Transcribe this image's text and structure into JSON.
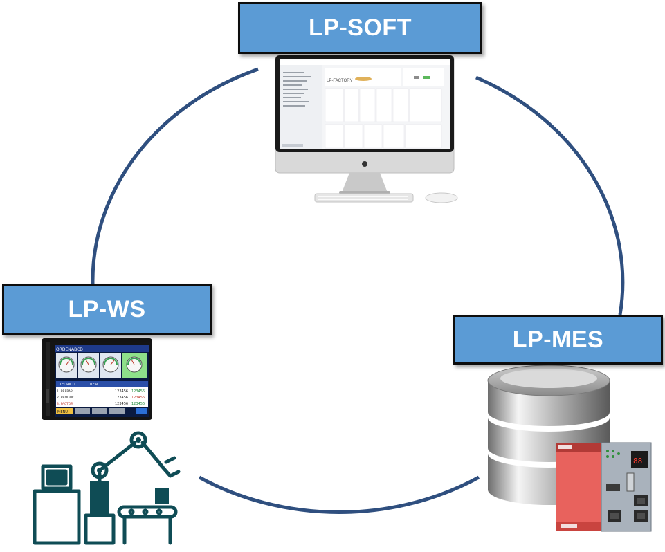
{
  "nodes": {
    "soft": {
      "label": "LP-SOFT"
    },
    "ws": {
      "label": "LP-WS"
    },
    "mes": {
      "label": "LP-MES"
    }
  },
  "colors": {
    "label_fill": "#5b9bd5",
    "label_border": "#0d0d0d",
    "cycle_line": "#2f4f7f",
    "factory_icon": "#0f4c55"
  },
  "screen": {
    "brand": "LP-FACTORY"
  },
  "hmi": {
    "header_left": "ORDEN",
    "header_code": "ABCD",
    "col_teorico": "TEORICO",
    "col_real": "REAL",
    "row1": "1. PREPAR.",
    "row2": "2. PRODUC.",
    "row3": "3. FACTOR",
    "num": "123456",
    "footer_btn": "MENU"
  },
  "icons": {
    "imac": "desktop-computer-icon",
    "hmi": "hmi-touch-panel-icon",
    "factory": "industrial-robot-arm-icon",
    "database": "database-server-icon",
    "plc": "plc-controller-icon"
  }
}
